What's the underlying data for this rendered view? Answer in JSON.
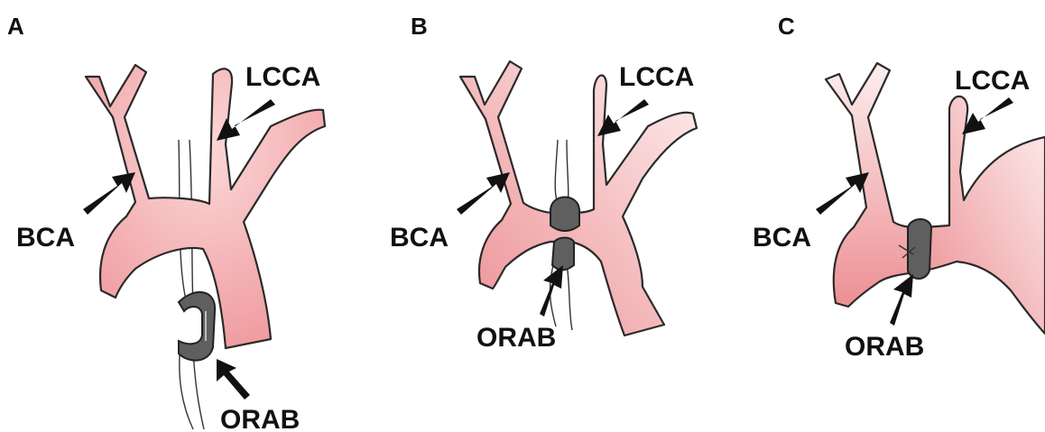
{
  "panels": [
    {
      "letter": "A",
      "labels": {
        "lcca": "LCCA",
        "bca": "BCA",
        "orab": "ORAB"
      }
    },
    {
      "letter": "B",
      "labels": {
        "lcca": "LCCA",
        "bca": "BCA",
        "orab": "ORAB"
      }
    },
    {
      "letter": "C",
      "labels": {
        "lcca": "LCCA",
        "bca": "BCA",
        "orab": "ORAB"
      }
    }
  ],
  "colors": {
    "vessel_fill_light": "#fde3e3",
    "vessel_fill_dark": "#ec8f93",
    "ring": "#5f5f5f",
    "outline": "#2a2a2a",
    "arrow": "#111111"
  }
}
